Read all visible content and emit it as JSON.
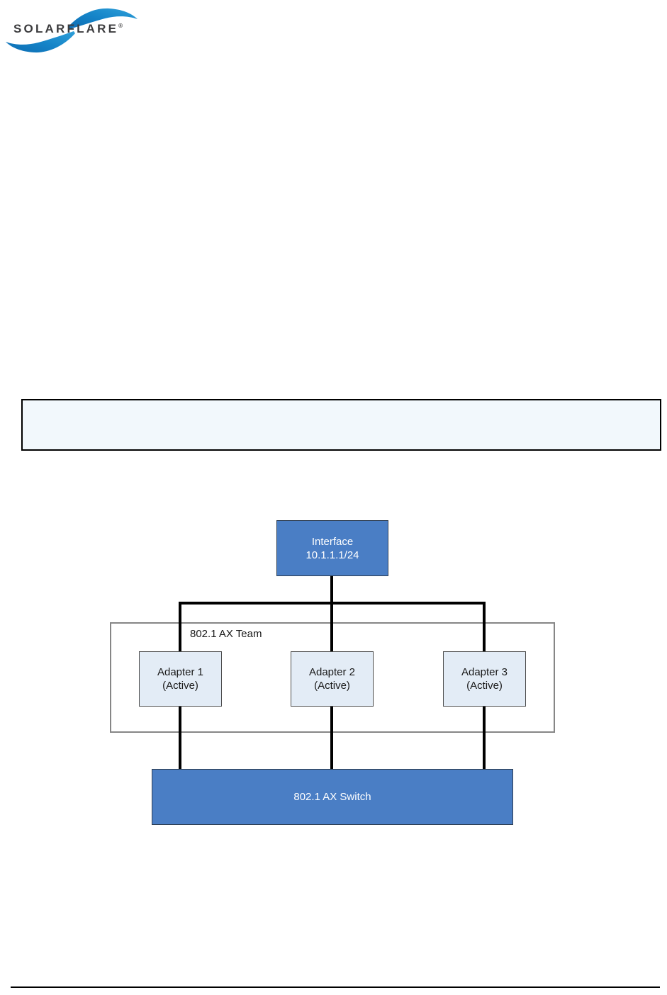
{
  "logo": {
    "text": "SOLARFLARE",
    "registered_mark": "®",
    "swoosh_color": "#1584c8",
    "text_color": "#3b3b3d"
  },
  "note_box": {
    "content": "",
    "fill": "#f2f8fc",
    "border_color": "#000000"
  },
  "diagram": {
    "interface_box": {
      "line1": "Interface",
      "line2": "10.1.1.1/24"
    },
    "team_label": "802.1 AX Team",
    "adapters": [
      {
        "line1": "Adapter 1",
        "line2": "(Active)"
      },
      {
        "line1": "Adapter 2",
        "line2": "(Active)"
      },
      {
        "line1": "Adapter 3",
        "line2": "(Active)"
      }
    ],
    "switch_label": "802.1 AX Switch",
    "colors": {
      "node_fill": "#4a7ec5",
      "node_text": "#ffffff",
      "adapter_fill": "#e3ecf6",
      "adapter_text": "#1a1a1a",
      "team_border": "#868686",
      "connector": "#000000"
    }
  },
  "footer": {
    "rule_color": "#000000"
  }
}
